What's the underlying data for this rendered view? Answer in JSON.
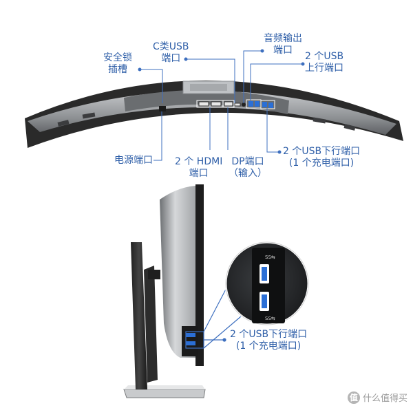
{
  "labels": {
    "security_slot": [
      "安全锁",
      "插槽"
    ],
    "usbc_port": [
      "C类USB",
      "端口"
    ],
    "audio_out": [
      "音频输出",
      "端口"
    ],
    "usb_up": [
      "2 个USB",
      "上行端口"
    ],
    "power_port": "电源端口",
    "hdmi_ports": [
      "2 个 HDMI",
      "端口"
    ],
    "dp_port": [
      "DP端口",
      "（输入）"
    ],
    "usb_down_back": [
      "2 个USB下行端口",
      "(1 个充电端口)"
    ],
    "usb_down_side": [
      "2 个USB下行端口",
      "(1 个充电端口)"
    ]
  },
  "zoom_port_labels": [
    "SS⇆",
    "SS⇆"
  ],
  "watermark": {
    "badge": "值",
    "text": "什么值得买"
  },
  "colors": {
    "label_blue": "#2f5fa8",
    "leader_blue": "#3d6fbf",
    "bezel_dark": "#2a2a2a",
    "back_silver": "#a7a9ac",
    "port_blue": "#2b6fd6"
  }
}
